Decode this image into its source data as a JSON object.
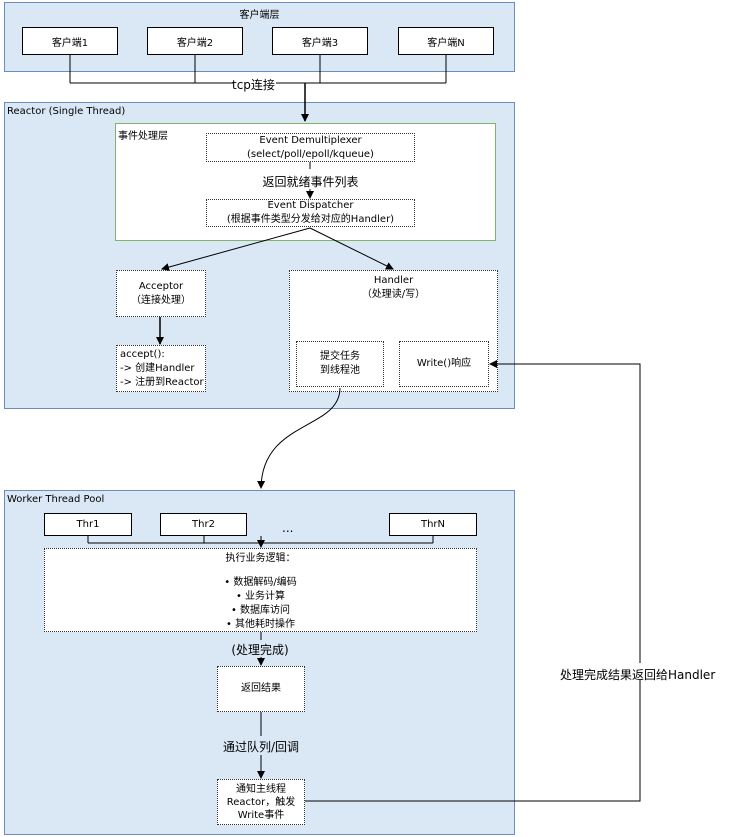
{
  "client_layer": {
    "title": "客户端层",
    "clients": [
      "客户端1",
      "客户端2",
      "客户端3",
      "客户端N"
    ]
  },
  "tcp_label": "tcp连接",
  "reactor": {
    "title": "Reactor (Single Thread)",
    "event_layer": {
      "title": "事件处理层",
      "demux_line1": "Event Demultiplexer",
      "demux_line2": "(select/poll/epoll/kqueue)",
      "return_label": "返回就绪事件列表",
      "dispatcher_line1": "Event Dispatcher",
      "dispatcher_line2": "(根据事件类型分发给对应的Handler)"
    },
    "acceptor_line1": "Acceptor",
    "acceptor_line2": "（连接处理）",
    "accept_line1": "accept():",
    "accept_line2": "-> 创建Handler",
    "accept_line3": "-> 注册到Reactor",
    "handler_line1": "Handler",
    "handler_line2": "（处理读/写）",
    "submit_line1": "提交任务",
    "submit_line2": "到线程池",
    "write_label": "Write()响应"
  },
  "worker_pool": {
    "title": "Worker Thread Pool",
    "threads": [
      "Thr1",
      "Thr2",
      "ThrN"
    ],
    "ellipsis": "...",
    "logic_title": "执行业务逻辑：",
    "logic_items": [
      "数据解码/编码",
      "业务计算",
      "数据库访问",
      "其他耗时操作"
    ],
    "done_label": "(处理完成)",
    "result_label": "返回结果",
    "queue_label": "通过队列/回调",
    "notify_line1": "通知主线程",
    "notify_line2": "Reactor，触发",
    "notify_line3": "Write事件"
  },
  "return_to_handler_label": "处理完成结果返回给Handler"
}
